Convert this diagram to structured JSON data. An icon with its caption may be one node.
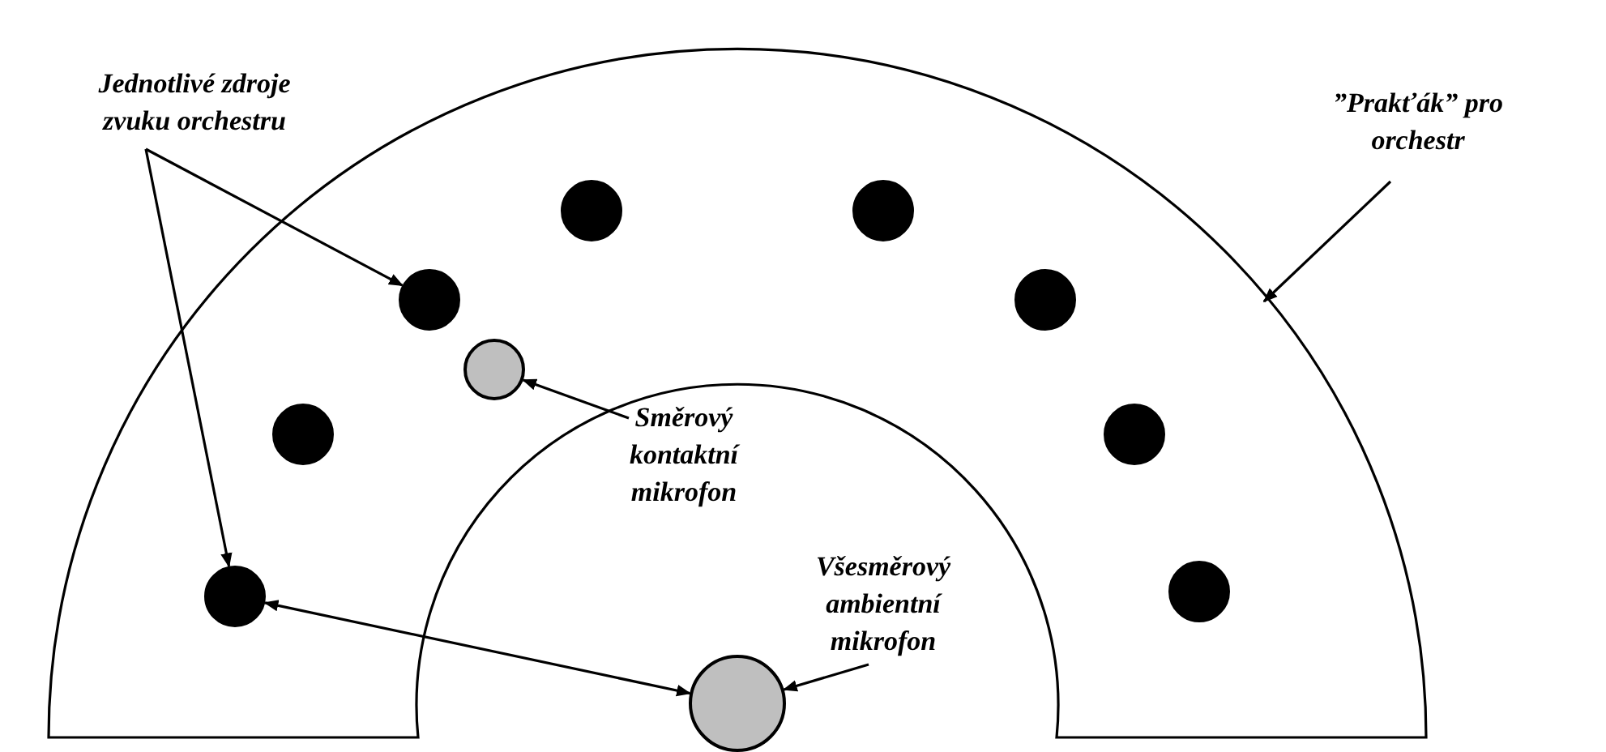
{
  "diagram": {
    "nodes": [
      {
        "text": [
          "Jednotlivé zdroje zvuku orchestru"
        ]
      },
      {
        "text": [],
        "shape": "arc"
      },
      {
        "text": [],
        "shape": "circle",
        "in": 1
      },
      {
        "text": [],
        "shape": "circle",
        "in": 1
      },
      {
        "text": [],
        "shape": "circle",
        "in": 1
      },
      {
        "text": [],
        "shape": "circle",
        "in": 1
      },
      {
        "text": [],
        "shape": "circle",
        "in": 1
      },
      {
        "text": [],
        "shape": "circle",
        "in": 1
      },
      {
        "text": [],
        "shape": "circle",
        "in": 1
      },
      {
        "text": [],
        "shape": "circle",
        "in": 1
      },
      {
        "text": [],
        "shape": "circle",
        "in": 1
      },
      {
        "text": [
          "Směrový kontaktní mikrofon"
        ]
      },
      {
        "text": [
          "”Prakťák” pro orchestr"
        ]
      },
      {
        "text": [
          "Všesměrový ambientní mikrofon"
        ]
      },
      {
        "text": [],
        "shape": "circle"
      }
    ],
    "edges": [
      {
        "from": 0,
        "to": 4,
        "arrow": "to"
      },
      {
        "from": 0,
        "to": 2,
        "arrow": "to"
      },
      {
        "from": 12,
        "to": 1,
        "arrow": "to"
      },
      {
        "from": 11,
        "to": 10,
        "arrow": "to"
      },
      {
        "from": 13,
        "to": 14,
        "arrow": "to"
      },
      {
        "from": 2,
        "to": 14,
        "arrow": "both"
      }
    ]
  }
}
